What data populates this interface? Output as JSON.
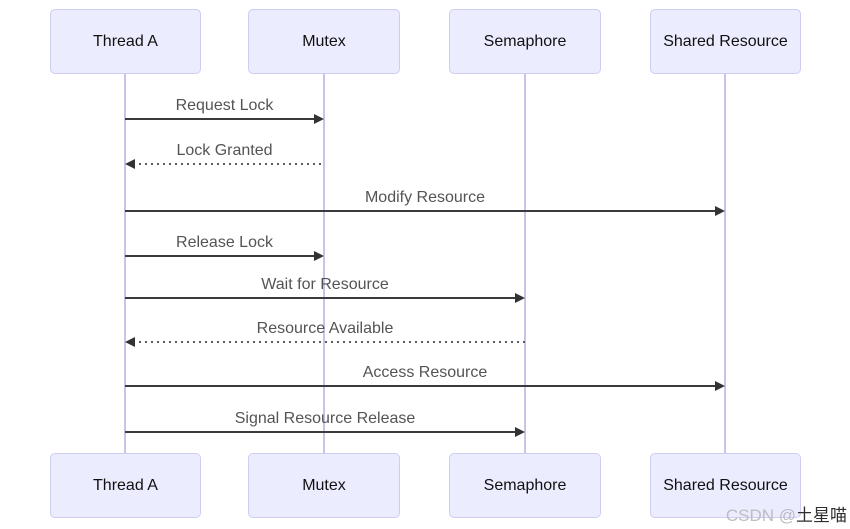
{
  "diagram_type": "sequence-diagram",
  "colors": {
    "background": "#ffffff",
    "actor_fill": "#ECECFF",
    "actor_border": "#CFCCF2",
    "lifeline": "#C9C2E9",
    "message_text": "#545454",
    "message_line": "#3a3a3a"
  },
  "actors": [
    {
      "name": "Thread A"
    },
    {
      "name": "Mutex"
    },
    {
      "name": "Semaphore"
    },
    {
      "name": "Shared Resource"
    }
  ],
  "messages": [
    {
      "label": "Request Lock",
      "from": "Thread A",
      "to": "Mutex",
      "style": "solid"
    },
    {
      "label": "Lock Granted",
      "from": "Mutex",
      "to": "Thread A",
      "style": "dotted"
    },
    {
      "label": "Modify Resource",
      "from": "Thread A",
      "to": "Shared Resource",
      "style": "solid"
    },
    {
      "label": "Release Lock",
      "from": "Thread A",
      "to": "Mutex",
      "style": "solid"
    },
    {
      "label": "Wait for Resource",
      "from": "Thread A",
      "to": "Semaphore",
      "style": "solid"
    },
    {
      "label": "Resource Available",
      "from": "Semaphore",
      "to": "Thread A",
      "style": "dotted"
    },
    {
      "label": "Access Resource",
      "from": "Thread A",
      "to": "Shared Resource",
      "style": "solid"
    },
    {
      "label": "Signal Resource Release",
      "from": "Thread A",
      "to": "Semaphore",
      "style": "solid"
    }
  ],
  "watermark": {
    "prefix": "CSDN @",
    "username": "土星喵"
  }
}
